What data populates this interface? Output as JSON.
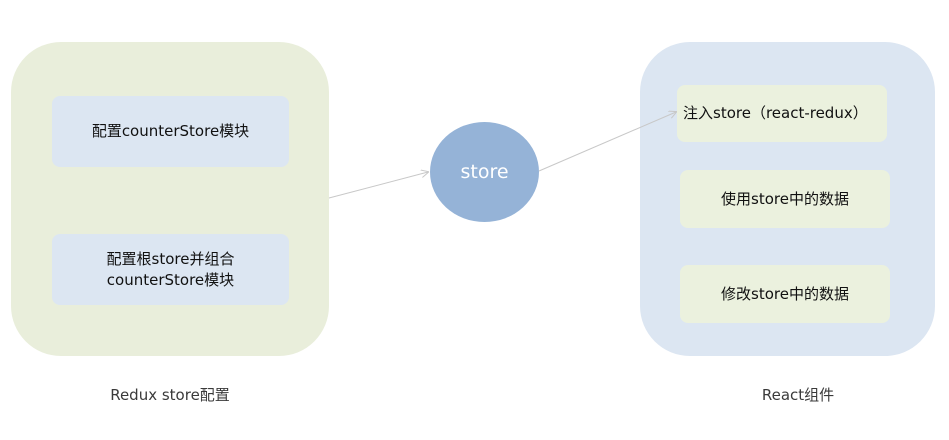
{
  "redux_panel": {
    "boxes": [
      {
        "text": "配置counterStore模块"
      },
      {
        "line1": "配置根store并组合",
        "line2": "counterStore模块"
      }
    ],
    "caption": "Redux store配置"
  },
  "store_node": {
    "label": "store"
  },
  "react_panel": {
    "boxes": [
      {
        "text": "注入store（react-redux）"
      },
      {
        "text": "使用store中的数据"
      },
      {
        "text": "修改store中的数据"
      }
    ],
    "caption": "React组件"
  },
  "colors": {
    "left_panel": "#e9eedb",
    "right_panel": "#dce6f2",
    "store_node": "#95b3d7",
    "arrow": "#c8c8c8"
  }
}
